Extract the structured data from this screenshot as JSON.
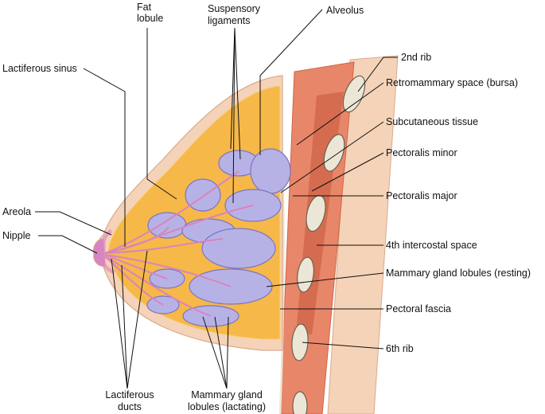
{
  "labels": {
    "fat_lobule": [
      "Fat",
      "lobule"
    ],
    "suspensory_ligaments": [
      "Suspensory",
      "ligaments"
    ],
    "alveolus": "Alveolus",
    "lactiferous_sinus": "Lactiferous sinus",
    "rib2": "2nd rib",
    "retromammary": "Retromammary space (bursa)",
    "subcutaneous": "Subcutaneous tissue",
    "pect_minor": "Pectoralis minor",
    "areola": "Areola",
    "pect_major": "Pectoralis major",
    "nipple": "Nipple",
    "intercostal": "4th intercostal space",
    "gland_resting": "Mammary gland lobules (resting)",
    "pect_fascia": "Pectoral fascia",
    "rib6": "6th rib",
    "lact_ducts": [
      "Lactiferous",
      "ducts"
    ],
    "gland_lactating": [
      "Mammary gland",
      "lobules (lactating)"
    ]
  },
  "colors": {
    "skin": "#f4d3b8",
    "skin_edge": "#d9a98e",
    "fat": "#f6b848",
    "fat_light": "#f9cf7a",
    "gland": "#b7b2e6",
    "gland_edge": "#7a74c4",
    "duct": "#d884c0",
    "muscle": "#e8866a",
    "muscle_dark": "#cf6548",
    "rib": "#ece6d6",
    "rib_edge": "#6b6150",
    "leader": "#111111"
  }
}
